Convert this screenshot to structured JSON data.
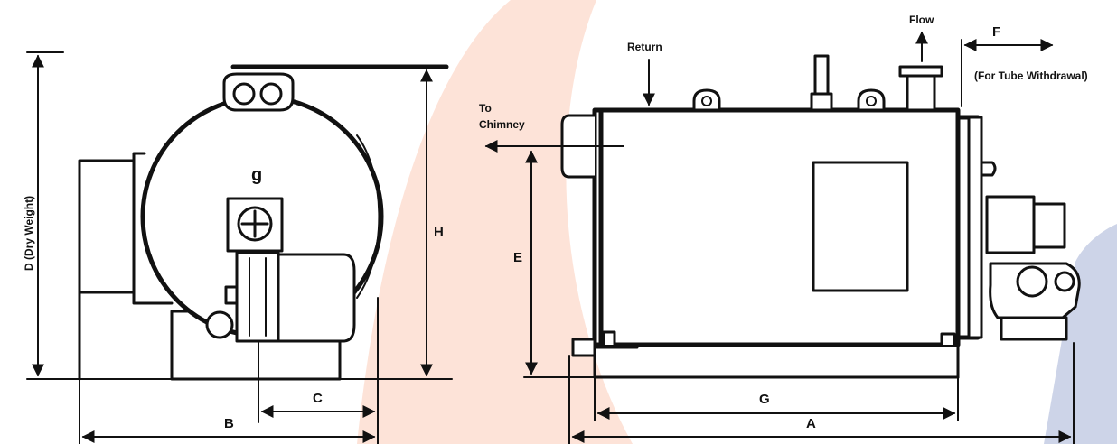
{
  "labels": {
    "dry_weight": "D (Dry Weight)",
    "h": "H",
    "c": "C",
    "b": "B",
    "e": "E",
    "g": "G",
    "a": "A",
    "f": "F",
    "return": "Return",
    "flow": "Flow",
    "chimney_line1": "To",
    "chimney_line2": "Chimney",
    "tube_withdrawal": "(For Tube Withdrawal)"
  },
  "colors": {
    "line": "#111111",
    "background_red": "#fde3d8",
    "background_blue": "#cdd4e8"
  }
}
